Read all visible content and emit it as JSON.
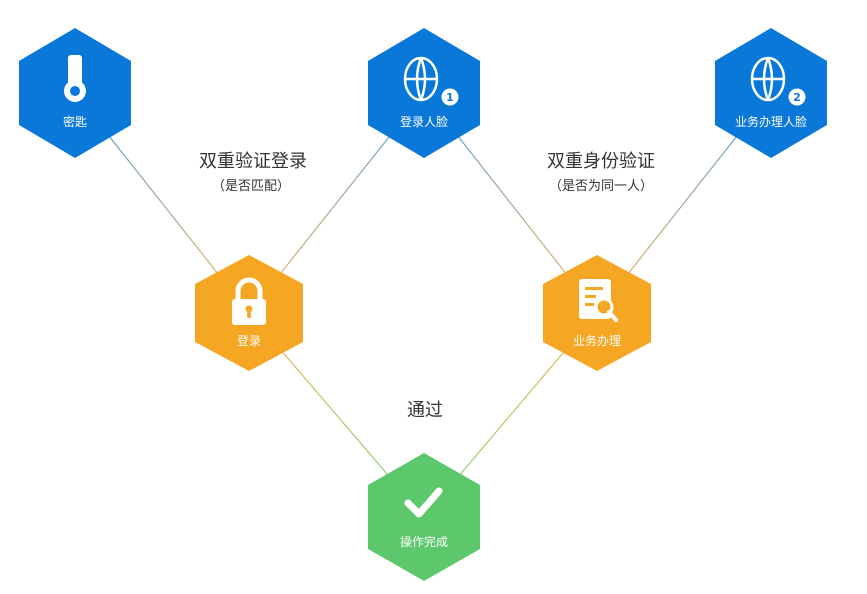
{
  "colors": {
    "blue": "#0a78d8",
    "orange": "#f5a623",
    "green": "#5cc86b",
    "line_blue": "#4a9fe0",
    "line_orange": "#f7b552",
    "line_green": "#7dd47f"
  },
  "nodes": {
    "key": {
      "label": "密匙",
      "icon": "usb-key-icon"
    },
    "login_face": {
      "label": "登录人脸",
      "icon": "face-scan-icon",
      "number": "1"
    },
    "business_face": {
      "label": "业务办理人脸",
      "icon": "face-scan-icon",
      "number": "2"
    },
    "login": {
      "label": "登录",
      "icon": "lock-icon"
    },
    "business": {
      "label": "业务办理",
      "icon": "document-search-icon"
    },
    "done": {
      "label": "操作完成",
      "icon": "checkmark-icon"
    }
  },
  "annotations": {
    "dual_login": {
      "title": "双重验证登录",
      "sub": "（是否匹配）"
    },
    "dual_identity": {
      "title": "双重身份验证",
      "sub": "（是否为同一人）"
    },
    "pass": {
      "title": "通过"
    }
  }
}
